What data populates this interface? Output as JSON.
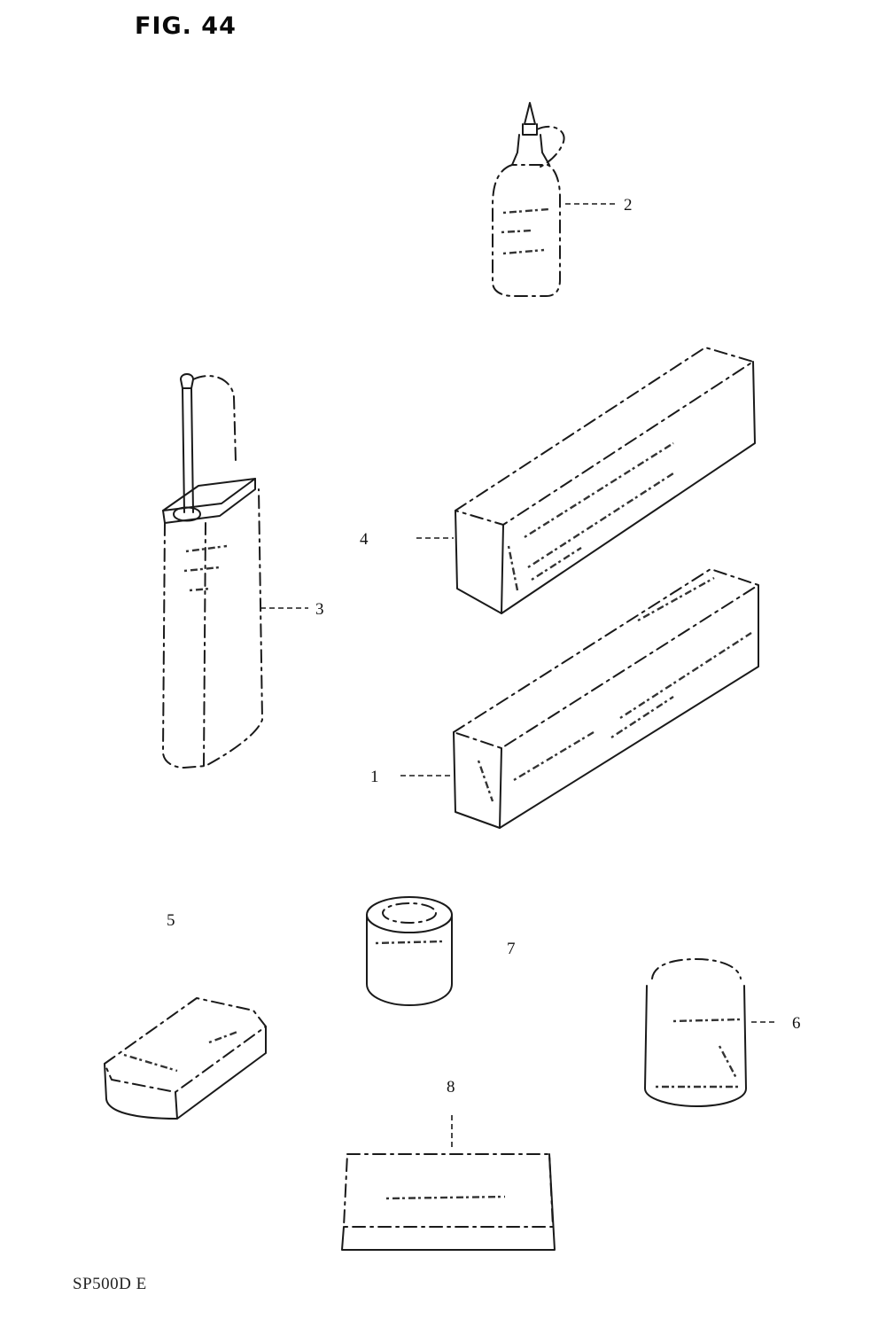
{
  "figure": {
    "title": "FIG. 44",
    "footer": "SP500D E"
  },
  "callouts": [
    {
      "id": "1",
      "label": "1"
    },
    {
      "id": "2",
      "label": "2"
    },
    {
      "id": "3",
      "label": "3"
    },
    {
      "id": "4",
      "label": "4"
    },
    {
      "id": "5",
      "label": "5"
    },
    {
      "id": "6",
      "label": "6"
    },
    {
      "id": "7",
      "label": "7"
    },
    {
      "id": "8",
      "label": "8"
    }
  ]
}
